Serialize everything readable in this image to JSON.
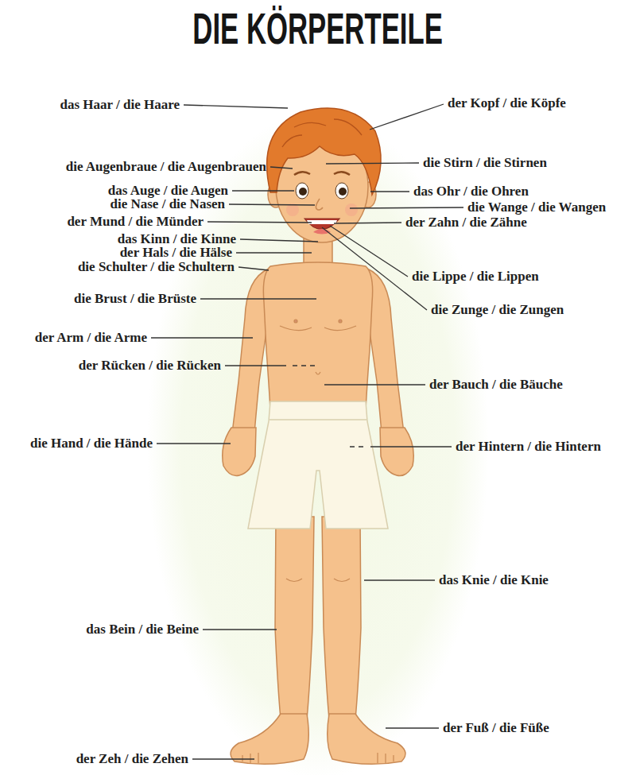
{
  "diagram": {
    "title": "DIE KÖRPERTEILE",
    "labels": [
      "das Haar / die Haare",
      "der Kopf / die Köpfe",
      "die Augenbraue / die Augenbrauen",
      "die Stirn / die Stirnen",
      "das Auge / die Augen",
      "das Ohr / die Ohren",
      "die Nase / die Nasen",
      "die Wange / die Wangen",
      "der Mund / die Münder",
      "der Zahn / die Zähne",
      "das Kinn / die Kinne",
      "der Hals / die Hälse",
      "die Schulter / die Schultern",
      "die Lippe / die Lippen",
      "die Brust / die Brüste",
      "die Zunge / die Zungen",
      "der Arm / die Arme",
      "der Rücken / die Rücken",
      "der Bauch / die Bäuche",
      "die Hand / die Hände",
      "der Hintern / die Hintern",
      "das Knie / die Knie",
      "das Bein / die Beine",
      "der Fuß / die Füße",
      "der Zeh / die Zehen"
    ]
  }
}
